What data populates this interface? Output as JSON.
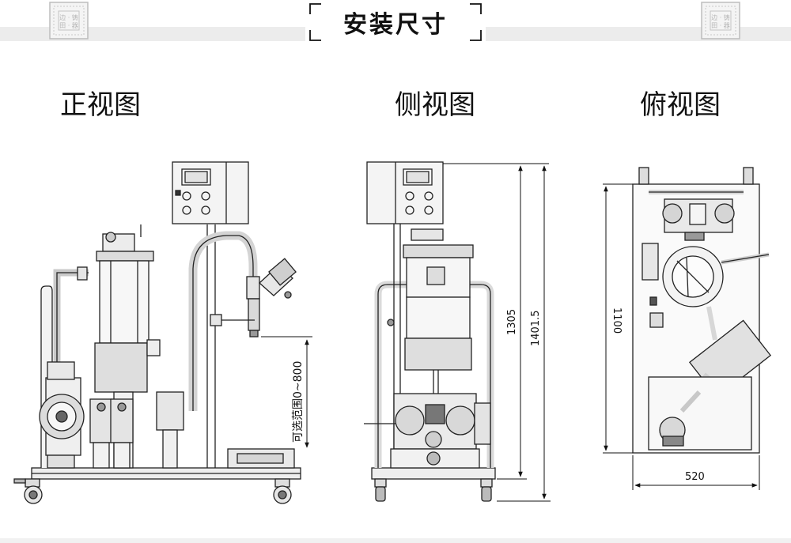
{
  "header": {
    "title": "安装尺寸"
  },
  "views": {
    "front": {
      "label": "正视图",
      "range_note": "可选范围0~800"
    },
    "side": {
      "label": "侧视图",
      "dim_height_1": "1305",
      "dim_height_2": "1401.5"
    },
    "top": {
      "label": "俯视图",
      "dim_length": "1100",
      "dim_width": "520"
    }
  }
}
